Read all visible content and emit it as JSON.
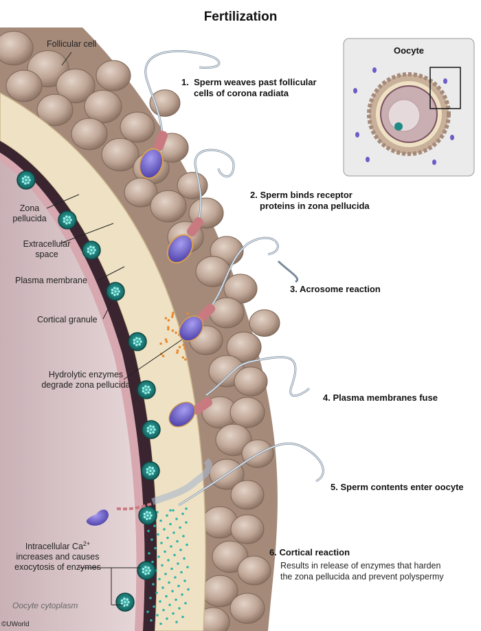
{
  "title": "Fertilization",
  "inset": {
    "title": "Oocyte"
  },
  "labels": {
    "follicular_cell": "Follicular cell",
    "zona_pellucida": [
      "Zona",
      "pellucida"
    ],
    "extracellular_space": [
      "Extracellular",
      "space"
    ],
    "plasma_membrane": "Plasma membrane",
    "cortical_granule": "Cortical granule",
    "hydrolytic_enzymes": [
      "Hydrolytic enzymes",
      "degrade zona pellucida"
    ],
    "intracellular_ca": {
      "line1_prefix": "Intracellular Ca",
      "line1_sup": "2+",
      "line2": "increases and causes",
      "line3": "exocytosis of enzymes"
    },
    "oocyte_cytoplasm": "Oocyte cytoplasm"
  },
  "steps": [
    {
      "number": "1.",
      "lines": [
        "Sperm weaves past follicular",
        "cells of corona radiata"
      ]
    },
    {
      "number": "2.",
      "lines": [
        "Sperm binds receptor",
        "proteins in zona pellucida"
      ]
    },
    {
      "number": "3.",
      "lines": [
        "Acrosome reaction"
      ]
    },
    {
      "number": "4.",
      "lines": [
        "Plasma membranes fuse"
      ]
    },
    {
      "number": "5.",
      "lines": [
        "Sperm contents enter oocyte"
      ]
    },
    {
      "number": "6.",
      "lines": [
        "Cortical reaction"
      ],
      "sub": [
        "Results in release of enzymes that harden",
        "the zona pellucida and prevent polyspermy"
      ]
    }
  ],
  "copyright": "©UWorld",
  "colors": {
    "follicle": "#b59c8c",
    "zona": "#efe2c4",
    "membrane": "#caa0a6",
    "cytoplasm": "#d9c4c8",
    "granule": "#1f8b86",
    "sperm_head": "#6c5cc8",
    "acrosome_enzyme": "#e8892e"
  },
  "icons": [
    "sperm",
    "follicular-cell",
    "cortical-granule",
    "oocyte"
  ]
}
